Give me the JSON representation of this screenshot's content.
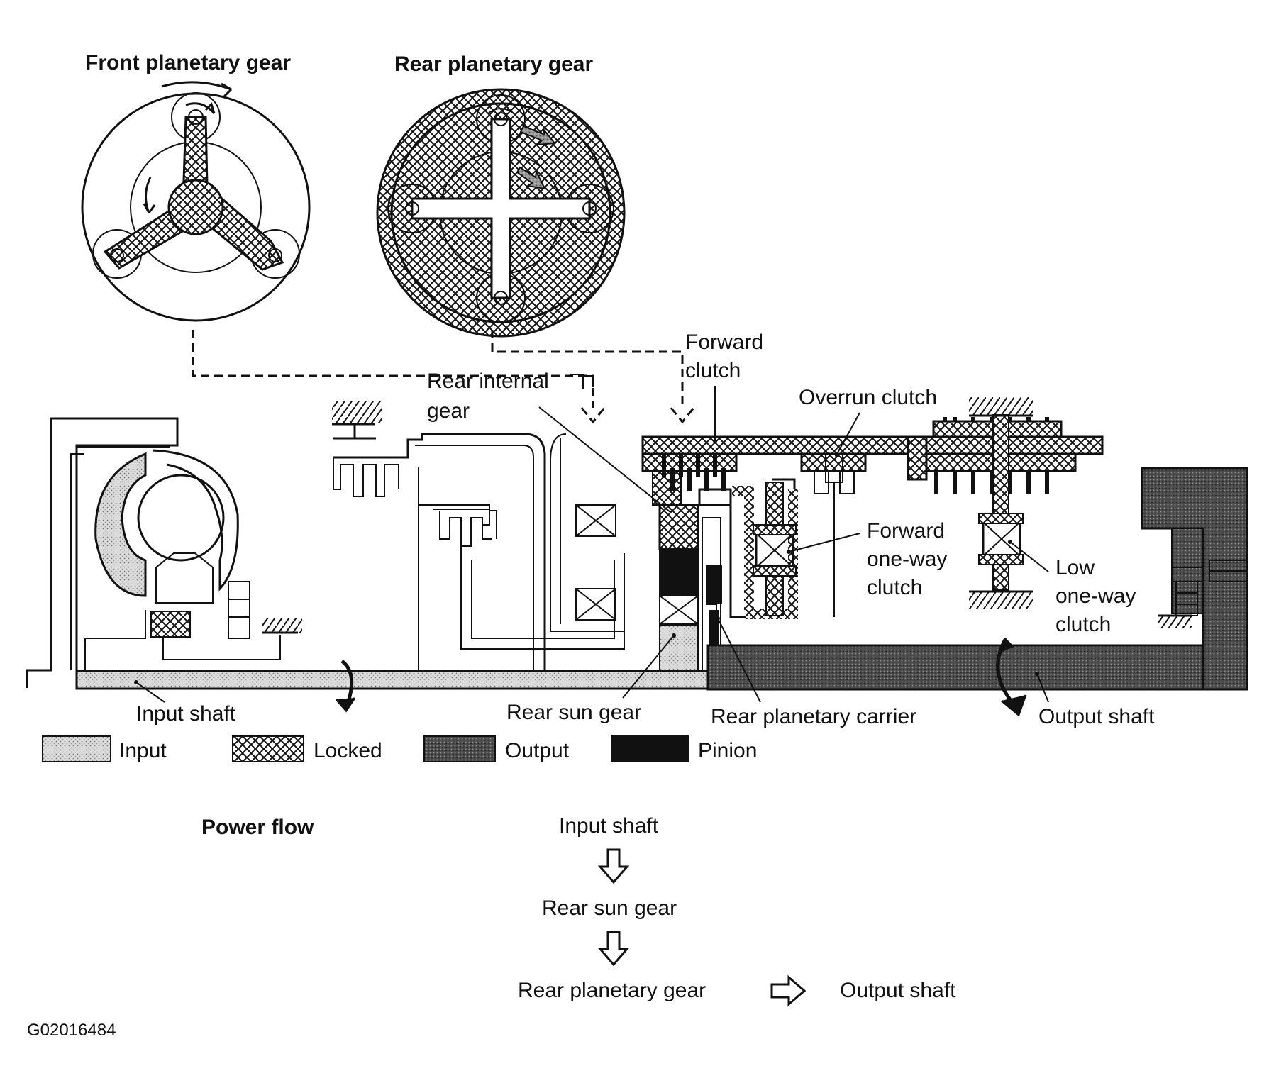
{
  "diagram": {
    "front_gear_title": "Front planetary gear",
    "rear_gear_title": "Rear planetary gear",
    "labels": {
      "forward_clutch_1": "Forward",
      "forward_clutch_2": "clutch",
      "rear_internal_gear_1": "Rear  internal",
      "rear_internal_gear_2": "gear",
      "overrun_clutch": "Overrun  clutch",
      "forward_one_way_1": "Forward",
      "forward_one_way_2": "one-way",
      "forward_one_way_3": "clutch",
      "low_one_way_1": "Low",
      "low_one_way_2": "one-way",
      "low_one_way_3": "clutch",
      "input_shaft": "Input  shaft",
      "rear_sun_gear": "Rear  sun  gear",
      "rear_planetary_carrier": "Rear  planetary  carrier",
      "output_shaft": "Output  shaft"
    },
    "legend": [
      {
        "label": "Input",
        "pattern": "input-stipple"
      },
      {
        "label": "Locked",
        "pattern": "crosshatch"
      },
      {
        "label": "Output",
        "pattern": "output-dark"
      },
      {
        "label": "Pinion",
        "pattern": "pinion-black"
      }
    ],
    "power_flow": {
      "title": "Power flow",
      "step1": "Input shaft",
      "step2": "Rear sun gear",
      "step3": "Rear planetary gear",
      "step4": "Output shaft"
    },
    "figure_code": "G02016484"
  },
  "colors": {
    "ink": "#111111",
    "input_fill": "#d8d8d8",
    "output_fill": "#555555",
    "pinion_fill": "#111111"
  }
}
